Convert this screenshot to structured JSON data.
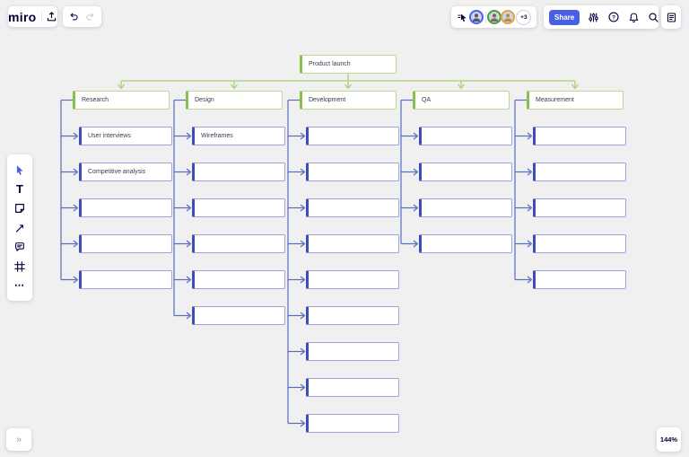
{
  "header": {
    "logo": "miro",
    "share_label": "Share",
    "overflow_avatars": "+3",
    "avatars": [
      {
        "name": "collaborator-1",
        "ring": "#4262ff"
      },
      {
        "name": "collaborator-2",
        "ring": "#41a245"
      },
      {
        "name": "collaborator-3",
        "ring": "#e8a33d"
      }
    ],
    "icons": [
      "upload-icon",
      "undo-icon",
      "redo-icon",
      "follow-cursor-icon",
      "settings-sliders-icon",
      "help-icon",
      "notifications-icon",
      "search-icon",
      "notes-icon"
    ]
  },
  "toolbar": {
    "items": [
      {
        "name": "select-tool",
        "active": true
      },
      {
        "name": "text-tool",
        "glyph": "T"
      },
      {
        "name": "sticky-note-tool"
      },
      {
        "name": "arrow-tool"
      },
      {
        "name": "comment-tool"
      },
      {
        "name": "frame-tool"
      },
      {
        "name": "more-tools",
        "glyph": "⋯"
      }
    ]
  },
  "footer": {
    "zoom_level": "144%",
    "collapse_glyph": "»"
  },
  "colors": {
    "accent_blue": "#4a5fe4",
    "navy": "#050038",
    "green_line": "#a7cf70",
    "green_bar": "#86c14b",
    "green_border": "#b8da8e",
    "indigo_line": "#5c6cbe",
    "indigo_border": "#9aa4de",
    "indigo_bar": "#3c4cba",
    "canvas_bg": "#f0f0f1"
  },
  "tree": {
    "root": "Product launch",
    "columns": [
      {
        "label": "Research",
        "children": [
          "User interviews",
          "Competitive analysis",
          "",
          "",
          ""
        ]
      },
      {
        "label": "Design",
        "children": [
          "Wireframes",
          "",
          "",
          "",
          "",
          ""
        ]
      },
      {
        "label": "Development",
        "children": [
          "",
          "",
          "",
          "",
          "",
          "",
          "",
          "",
          ""
        ]
      },
      {
        "label": "QA",
        "children": [
          "",
          "",
          "",
          ""
        ]
      },
      {
        "label": "Measurement",
        "children": [
          "",
          "",
          "",
          "",
          ""
        ]
      }
    ]
  }
}
